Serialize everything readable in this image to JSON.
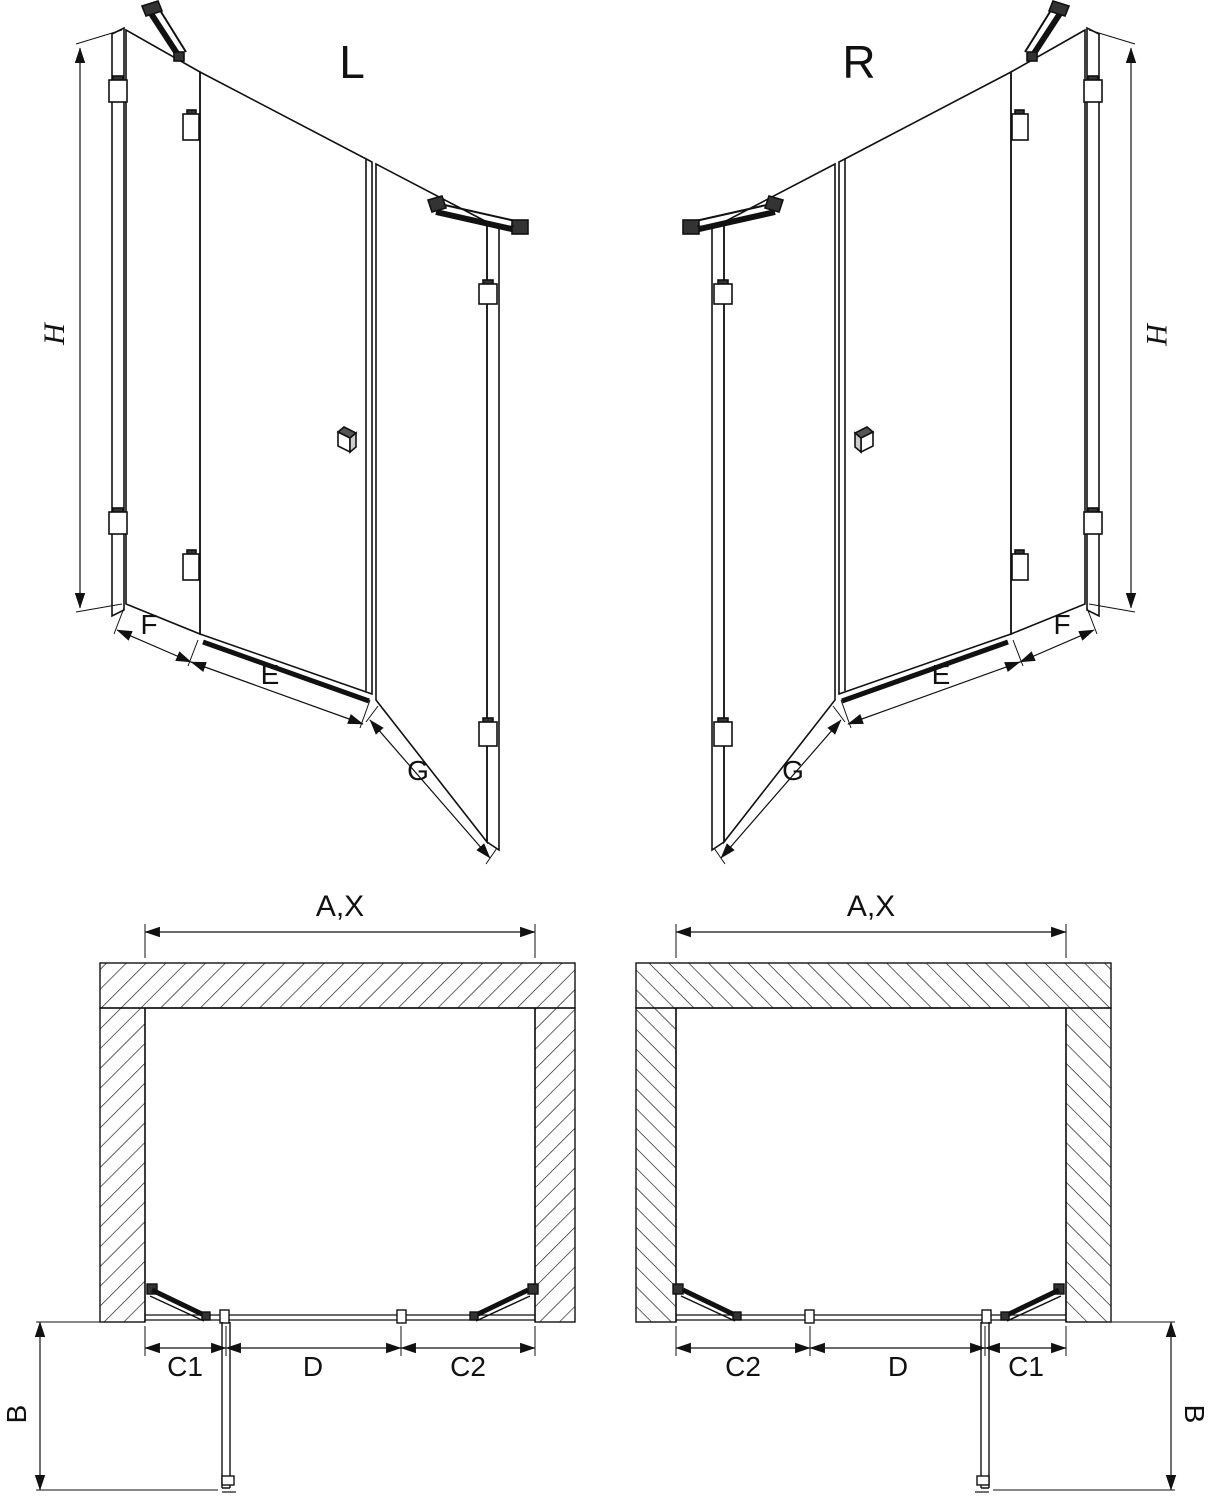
{
  "page": {
    "background": "#ffffff",
    "line_color": "#111111",
    "description_labels_only": "technical dimension drawing of shower enclosure, left and right variants"
  },
  "views": {
    "front_left": {
      "variant_label": "L",
      "dim_height": "H",
      "dim_side_fixed": "F",
      "dim_door": "E",
      "dim_return": "G"
    },
    "front_right": {
      "variant_label": "R",
      "dim_height": "H",
      "dim_side_fixed": "F",
      "dim_door": "E",
      "dim_return": "G"
    },
    "plan_left": {
      "dim_width": "A,X",
      "dim_seg_left": "C1",
      "dim_seg_center": "D",
      "dim_seg_right": "C2",
      "dim_depth": "B"
    },
    "plan_right": {
      "dim_width": "A,X",
      "dim_seg_left": "C2",
      "dim_seg_center": "D",
      "dim_seg_right": "C1",
      "dim_depth": "B"
    }
  }
}
